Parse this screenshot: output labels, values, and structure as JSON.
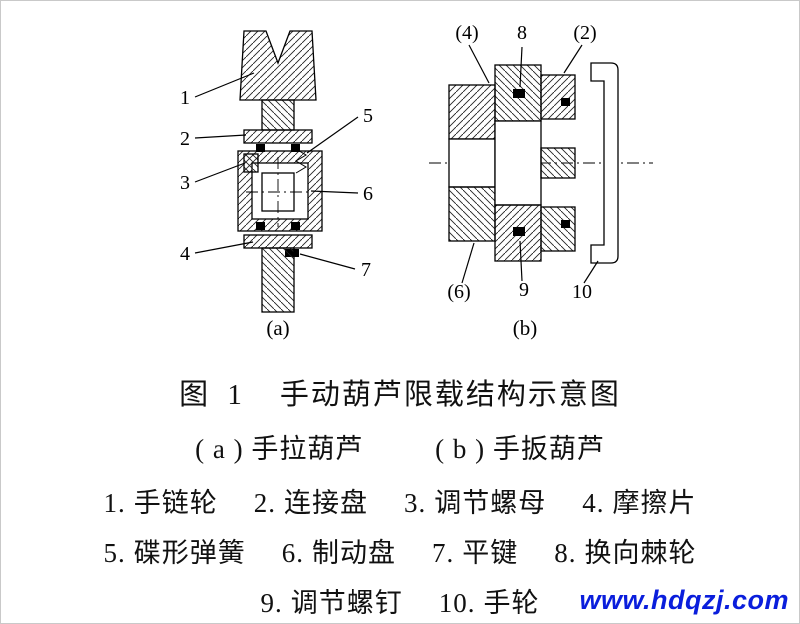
{
  "figure": {
    "diagram_a": {
      "label": "(a)",
      "callouts": [
        "1",
        "2",
        "3",
        "4",
        "5",
        "6",
        "7"
      ]
    },
    "diagram_b": {
      "label": "(b)",
      "callouts_top": [
        "(4)",
        "8",
        "(2)"
      ],
      "callouts_bottom": [
        "(6)",
        "9",
        "10"
      ]
    }
  },
  "caption": {
    "figure_no": "图 1",
    "title": "手动葫芦限载结构示意图",
    "sub_a": "( a ) 手拉葫芦",
    "sub_b": "( b ) 手扳葫芦"
  },
  "legend": {
    "row1": [
      {
        "num": "1.",
        "name": "手链轮"
      },
      {
        "num": "2.",
        "name": "连接盘"
      },
      {
        "num": "3.",
        "name": "调节螺母"
      },
      {
        "num": "4.",
        "name": "摩擦片"
      }
    ],
    "row2": [
      {
        "num": "5.",
        "name": "碟形弹簧"
      },
      {
        "num": "6.",
        "name": "制动盘"
      },
      {
        "num": "7.",
        "name": "平键"
      },
      {
        "num": "8.",
        "name": "换向棘轮"
      }
    ],
    "row3": [
      {
        "num": "9.",
        "name": "调节螺钉"
      },
      {
        "num": "10.",
        "name": "手轮"
      }
    ]
  },
  "watermark": {
    "text": "www.hdqzj.com",
    "color": "#0a1edc"
  },
  "colors": {
    "line": "#000000",
    "background": "#ffffff"
  }
}
